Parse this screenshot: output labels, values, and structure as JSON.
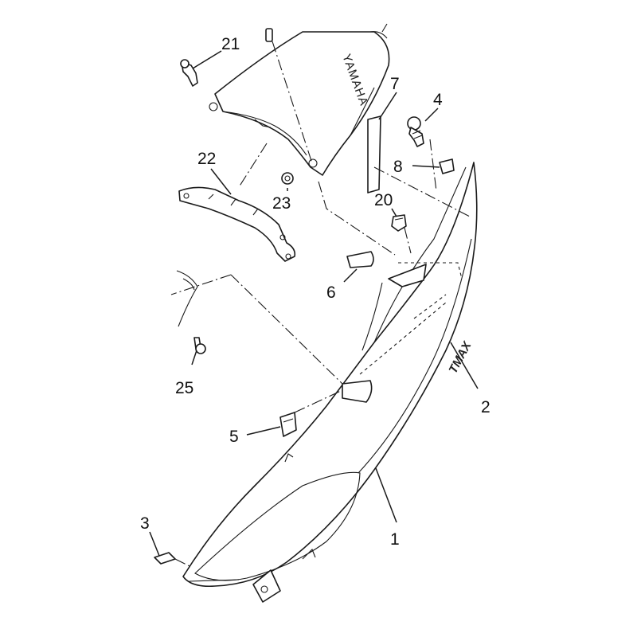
{
  "diagram": {
    "brand_text": "YAMAHA",
    "model_logo": "TMAX",
    "callouts": [
      {
        "id": "c1",
        "label": "1"
      },
      {
        "id": "c2",
        "label": "2"
      },
      {
        "id": "c3",
        "label": "3"
      },
      {
        "id": "c4",
        "label": "4"
      },
      {
        "id": "c5",
        "label": "5"
      },
      {
        "id": "c6",
        "label": "6"
      },
      {
        "id": "c7",
        "label": "7"
      },
      {
        "id": "c8",
        "label": "8"
      },
      {
        "id": "c20",
        "label": "20"
      },
      {
        "id": "c21",
        "label": "21"
      },
      {
        "id": "c22",
        "label": "22"
      },
      {
        "id": "c23",
        "label": "23"
      },
      {
        "id": "c25",
        "label": "25"
      }
    ]
  }
}
